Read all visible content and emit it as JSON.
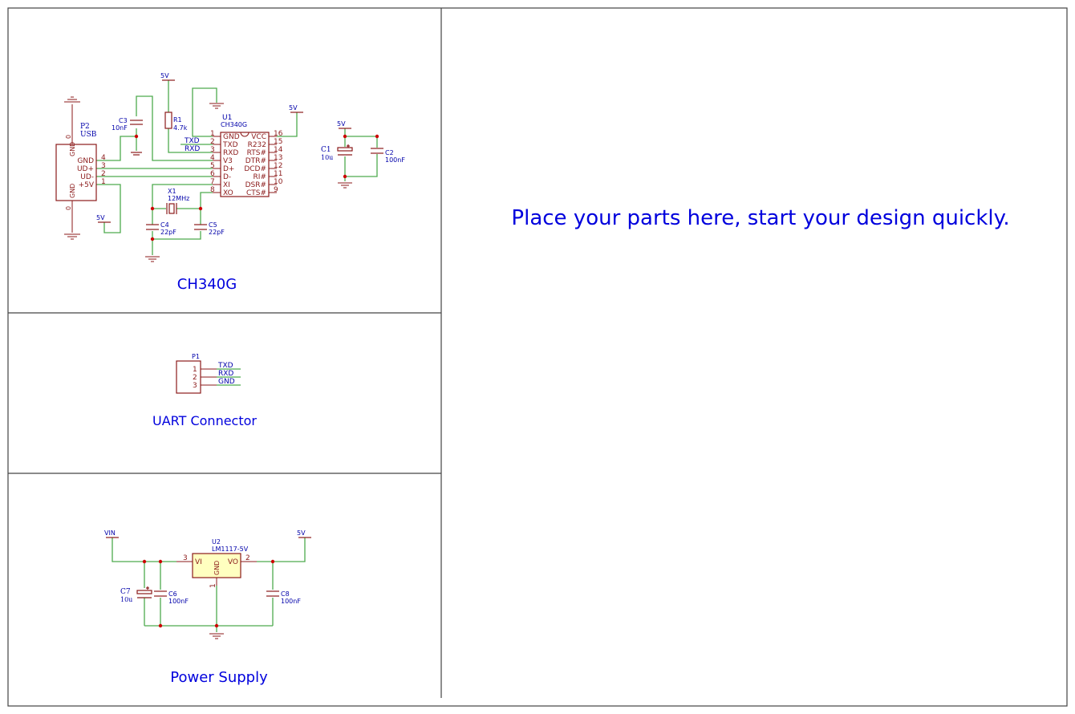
{
  "colors": {
    "wire": "#4dab4d",
    "part": "#8b1a1a",
    "pin": "#8b1a1a",
    "label": "#0000aa",
    "title": "#0000dd",
    "junction": "#cc0000",
    "frame": "#444444",
    "regulator_fill": "#ffffc0"
  },
  "sections": {
    "ch340g_title": "CH340G",
    "uart_title": "UART Connector",
    "power_title": "Power Supply",
    "design_hint": "Place your parts here, start your design quickly."
  },
  "ch340g": {
    "u1": {
      "ref": "U1",
      "value": "CH340G",
      "left_pins": [
        {
          "num": "1",
          "name": "GND"
        },
        {
          "num": "2",
          "name": "TXD"
        },
        {
          "num": "3",
          "name": "RXD"
        },
        {
          "num": "4",
          "name": "V3"
        },
        {
          "num": "5",
          "name": "D+"
        },
        {
          "num": "6",
          "name": "D-"
        },
        {
          "num": "7",
          "name": "XI"
        },
        {
          "num": "8",
          "name": "XO"
        }
      ],
      "right_pins": [
        {
          "num": "16",
          "name": "VCC"
        },
        {
          "num": "15",
          "name": "R232"
        },
        {
          "num": "14",
          "name": "RTS#"
        },
        {
          "num": "13",
          "name": "DTR#"
        },
        {
          "num": "12",
          "name": "DCD#"
        },
        {
          "num": "11",
          "name": "RI#"
        },
        {
          "num": "10",
          "name": "DSR#"
        },
        {
          "num": "9",
          "name": "CTS#"
        }
      ]
    },
    "p2": {
      "ref": "P2",
      "value": "USB",
      "pins": [
        {
          "num": "4",
          "name": "GND"
        },
        {
          "num": "3",
          "name": "UD+"
        },
        {
          "num": "2",
          "name": "UD-"
        },
        {
          "num": "1",
          "name": "+5V"
        }
      ],
      "shield_name": "GND",
      "shield_num": "0"
    },
    "r1": {
      "ref": "R1",
      "value": "4.7k"
    },
    "c3": {
      "ref": "C3",
      "value": "10nF"
    },
    "x1": {
      "ref": "X1",
      "value": "12MHz"
    },
    "c4": {
      "ref": "C4",
      "value": "22pF"
    },
    "c5": {
      "ref": "C5",
      "value": "22pF"
    },
    "c1": {
      "ref": "C1",
      "value": "10u"
    },
    "c2": {
      "ref": "C2",
      "value": "100nF"
    },
    "net_txd": "TXD",
    "net_rxd": "RXD",
    "power_5v": "5V"
  },
  "uart": {
    "p1": {
      "ref": "P1",
      "pins": [
        "1",
        "2",
        "3"
      ]
    },
    "nets": [
      "TXD",
      "RXD",
      "GND"
    ]
  },
  "power": {
    "u2": {
      "ref": "U2",
      "value": "LM1117-5V",
      "vi": "VI",
      "vo": "VO",
      "gnd": "GND",
      "pin_vi": "3",
      "pin_vo": "2",
      "pin_gnd": "1"
    },
    "c7": {
      "ref": "C7",
      "value": "10u"
    },
    "c6": {
      "ref": "C6",
      "value": "100nF"
    },
    "c8": {
      "ref": "C8",
      "value": "100nF"
    },
    "vin": "VIN",
    "v5": "5V"
  }
}
